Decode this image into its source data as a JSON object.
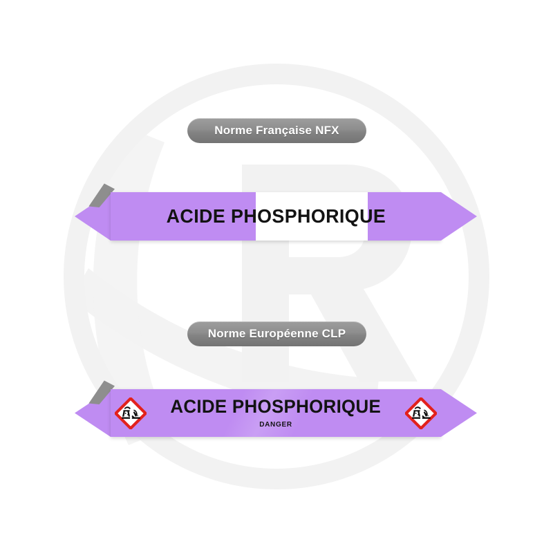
{
  "page": {
    "background_color": "#ffffff",
    "watermark": {
      "name": "circular-logo-watermark",
      "color": "#f2f2f2"
    }
  },
  "colors": {
    "band_purple": "#bf8cf2",
    "badge_grey": "#8e8e8e",
    "text_black": "#131313",
    "white_field": "#ffffff",
    "pictogram_border_red": "#e2211c",
    "fold_grey": "#8e8e8e"
  },
  "sections": [
    {
      "badge": "Norme Française NFX",
      "marker": {
        "title": "ACIDE PHOSPHORIQUE",
        "band_color": "#bf8cf2",
        "center_field_color": "#ffffff",
        "left_arrow": "arrow-left-triangle",
        "right_arrow": "arrow-right-triangle"
      }
    },
    {
      "badge": "Norme Européenne CLP",
      "marker": {
        "title": "ACIDE PHOSPHORIQUE",
        "signal_word": "DANGER",
        "band_color": "#bf8cf2",
        "pictograms": [
          {
            "code": "GHS05",
            "name": "corrosion-pictogram"
          },
          {
            "code": "GHS05",
            "name": "corrosion-pictogram"
          }
        ],
        "left_arrow": "arrow-left-triangle",
        "right_arrow": "arrow-right-triangle"
      }
    }
  ],
  "badges": {
    "nfx": "Norme Française NFX",
    "clp": "Norme Européenne CLP"
  },
  "markers": {
    "nfx": {
      "title": "ACIDE PHOSPHORIQUE"
    },
    "clp": {
      "title": "ACIDE PHOSPHORIQUE",
      "signal_word": "DANGER"
    }
  }
}
